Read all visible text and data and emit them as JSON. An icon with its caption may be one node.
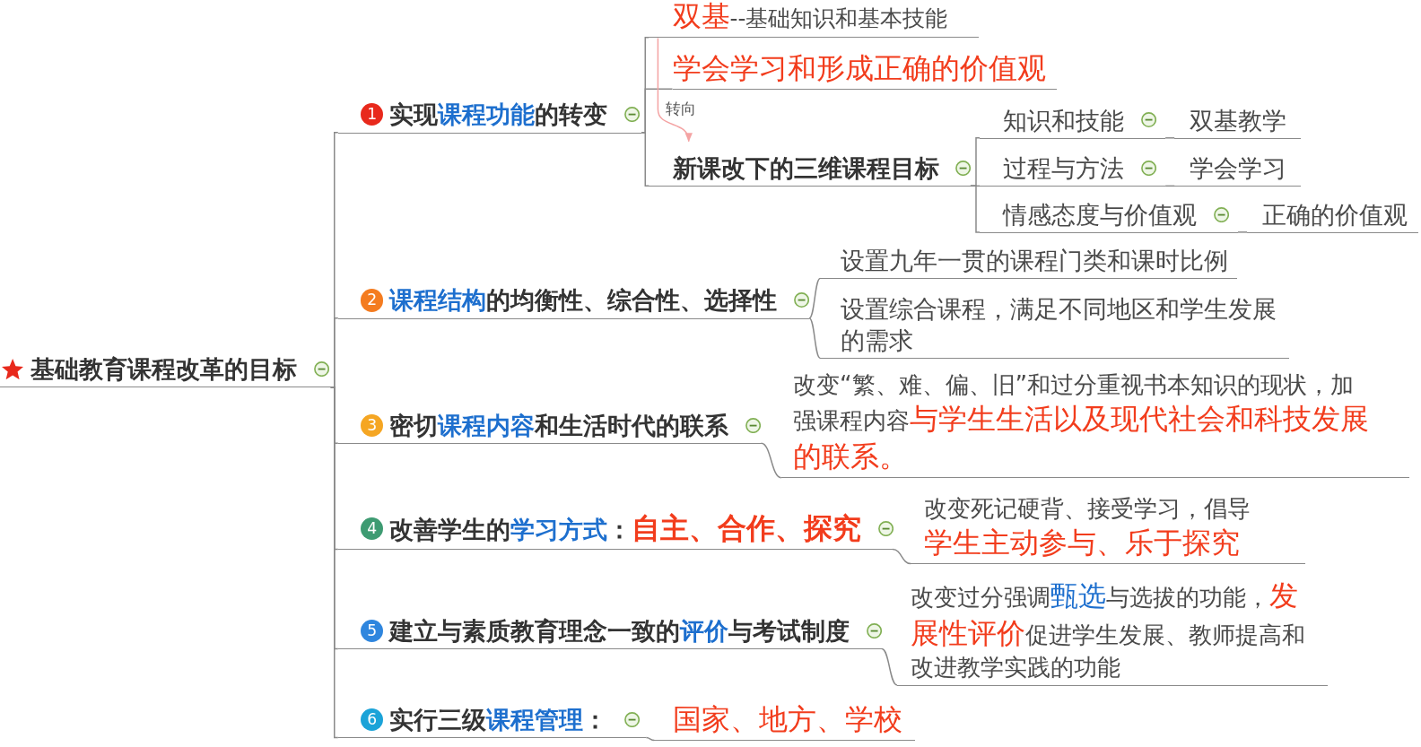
{
  "diagram": {
    "nodes": [
      {
        "text": [
          "基础教育课程改革的目标"
        ]
      },
      {
        "text": [
          "1",
          "实现**课程功能**的转变"
        ]
      },
      {
        "text": [
          "**双基**--基础知识和基本技能"
        ]
      },
      {
        "text": [
          "学会学习和形成正确的价值观"
        ]
      },
      {
        "text": [
          "新课改下的三维课程目标"
        ]
      },
      {
        "text": [
          "知识和技能"
        ]
      },
      {
        "text": [
          "双基教学"
        ]
      },
      {
        "text": [
          "过程与方法"
        ]
      },
      {
        "text": [
          "学会学习"
        ]
      },
      {
        "text": [
          "情感态度与价值观"
        ]
      },
      {
        "text": [
          "正确的价值观"
        ]
      },
      {
        "text": [
          "2",
          "**课程结构**的均衡性、综合性、选择性"
        ]
      },
      {
        "text": [
          "设置九年一贯的课程门类和课时比例"
        ]
      },
      {
        "text": [
          "设置综合课程，满足不同地区和学生发展的需求"
        ]
      },
      {
        "text": [
          "3",
          "密切**课程内容**和生活时代的联系"
        ]
      },
      {
        "text": [
          "改变“繁、难、偏、旧”和过分重视书本知识的现状，加强课程内容**与学生生活以及现代社会和科技发展的联系。**"
        ]
      },
      {
        "text": [
          "4",
          "改善学生的**学习方式**：**自主、合作、探究**"
        ]
      },
      {
        "text": [
          "改变死记硬背、接受学习，倡导**学生主动参与、乐于探究**"
        ]
      },
      {
        "text": [
          "5",
          "建立与素质教育理念一致的**评价**与考试制度"
        ]
      },
      {
        "text": [
          "改变过分强调**甄选**与选拔的功能，**发展性评价**促进学生发展、教师提高和改进教学实践的功能"
        ]
      },
      {
        "text": [
          "6",
          "实行三级**课程管理**："
        ]
      },
      {
        "text": [
          "国家、地方、学校"
        ]
      }
    ],
    "edges": [
      {
        "from": 0,
        "to": 1,
        "arrow": "none"
      },
      {
        "from": 1,
        "to": 2,
        "arrow": "none"
      },
      {
        "from": 1,
        "to": 3,
        "arrow": "none"
      },
      {
        "from": 1,
        "to": 4,
        "arrow": "none"
      },
      {
        "from": 4,
        "to": 5,
        "arrow": "none"
      },
      {
        "from": 5,
        "to": 6,
        "arrow": "none"
      },
      {
        "from": 4,
        "to": 7,
        "arrow": "none"
      },
      {
        "from": 7,
        "to": 8,
        "arrow": "none"
      },
      {
        "from": 4,
        "to": 9,
        "arrow": "none"
      },
      {
        "from": 9,
        "to": 10,
        "arrow": "none"
      },
      {
        "from": 0,
        "to": 11,
        "arrow": "none"
      },
      {
        "from": 11,
        "to": 12,
        "arrow": "none"
      },
      {
        "from": 11,
        "to": 13,
        "arrow": "none"
      },
      {
        "from": 0,
        "to": 14,
        "arrow": "none"
      },
      {
        "from": 14,
        "to": 15,
        "arrow": "none"
      },
      {
        "from": 0,
        "to": 16,
        "arrow": "none"
      },
      {
        "from": 16,
        "to": 17,
        "arrow": "none"
      },
      {
        "from": 0,
        "to": 18,
        "arrow": "none"
      },
      {
        "from": 18,
        "to": 19,
        "arrow": "none"
      },
      {
        "from": 0,
        "to": 20,
        "arrow": "none"
      },
      {
        "from": 20,
        "to": 21,
        "arrow": "none"
      },
      {
        "from": 2,
        "to": 4,
        "arrow": "to",
        "label": "转向",
        "color": "#f4a3a3"
      }
    ]
  }
}
